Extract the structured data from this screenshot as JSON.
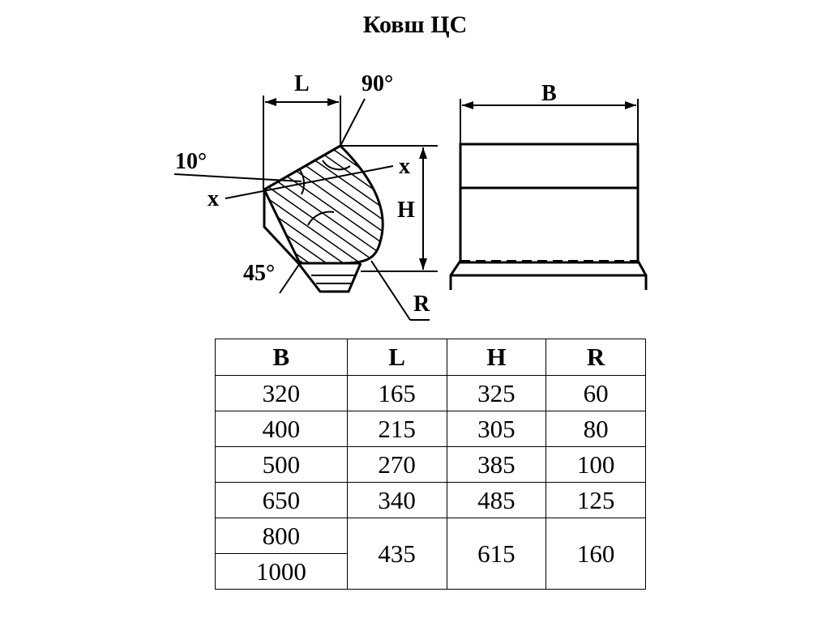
{
  "title": "Ковш ЦС",
  "diagram": {
    "labels": {
      "L": "L",
      "angle_90": "90°",
      "angle_10": "10°",
      "x_right": "x",
      "x_left": "x",
      "H": "H",
      "angle_45": "45°",
      "R": "R",
      "B": "B"
    }
  },
  "table": {
    "headers": [
      "B",
      "L",
      "H",
      "R"
    ],
    "rows": [
      [
        "320",
        "165",
        "325",
        "60"
      ],
      [
        "400",
        "215",
        "305",
        "80"
      ],
      [
        "500",
        "270",
        "385",
        "100"
      ],
      [
        "650",
        "340",
        "485",
        "125"
      ]
    ],
    "last_row": {
      "b_top": "800",
      "b_bottom": "1000",
      "L": "435",
      "H": "615",
      "R": "160"
    }
  }
}
